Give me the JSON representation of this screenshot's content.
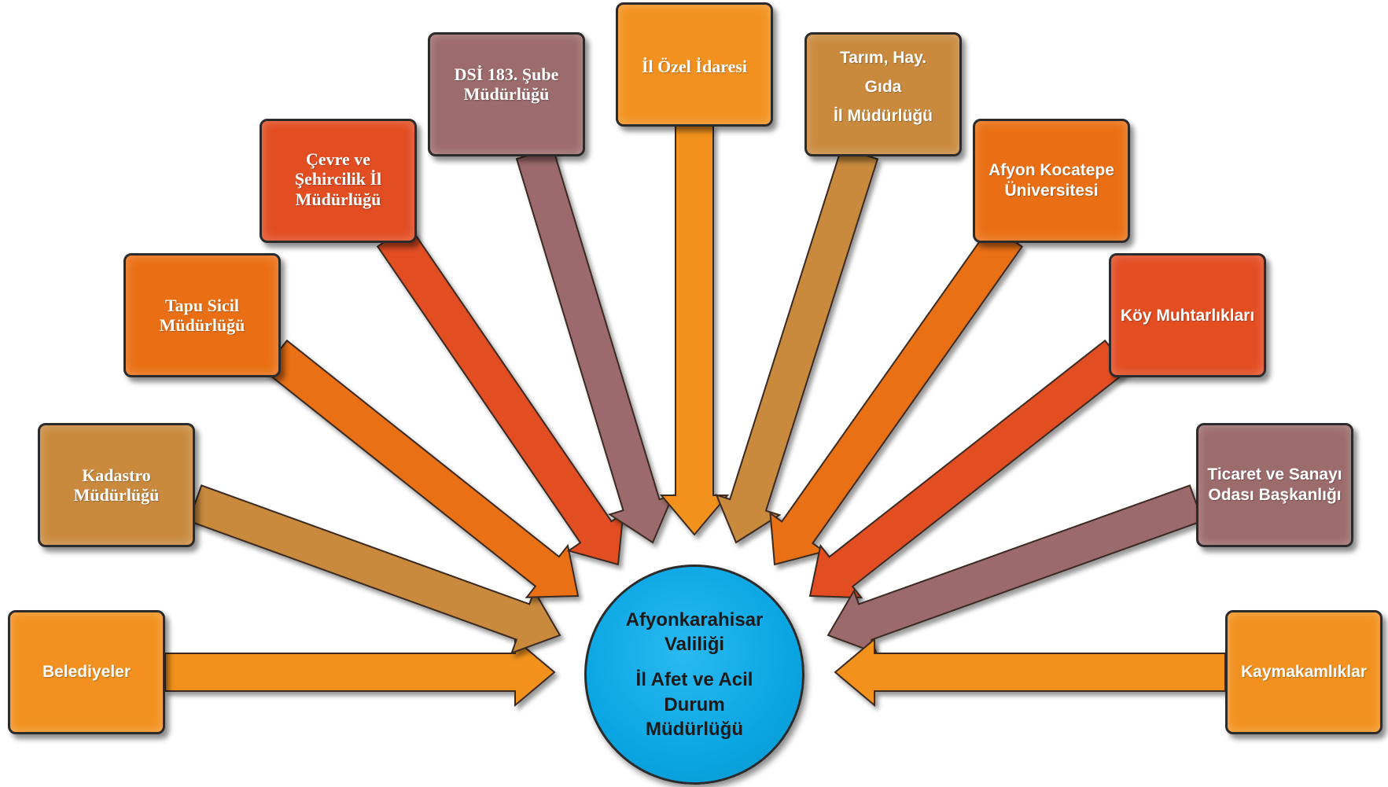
{
  "center": {
    "line1": "Afyonkarahisar",
    "line2": "Valiliği",
    "line3": "İl Afet ve Acil",
    "line4": "Durum",
    "line5": "Müdürlüğü"
  },
  "nodes": [
    {
      "id": "belediyeler",
      "lines": [
        "Belediyeler"
      ]
    },
    {
      "id": "kadastro",
      "lines": [
        "Kadastro",
        "Müdürlüğü"
      ]
    },
    {
      "id": "tapu-sicil",
      "lines": [
        "Tapu Sicil",
        "Müdürlüğü"
      ]
    },
    {
      "id": "cevre-sehircilik",
      "lines": [
        "Çevre ve",
        "Şehircilik İl",
        "Müdürlüğü"
      ]
    },
    {
      "id": "dsi",
      "lines": [
        "DSİ 183. Şube",
        "Müdürlüğü"
      ]
    },
    {
      "id": "il-ozel-idaresi",
      "lines": [
        "İl Özel İdaresi"
      ]
    },
    {
      "id": "tarim",
      "lines": [
        "Tarım, Hay.",
        "Gıda",
        "İl Müdürlüğü"
      ]
    },
    {
      "id": "afyon-kocatepe",
      "lines": [
        "Afyon Kocatepe",
        "Üniversitesi"
      ]
    },
    {
      "id": "koy-muhtarliklari",
      "lines": [
        "Köy Muhtarlıkları"
      ]
    },
    {
      "id": "ticaret-sanayi",
      "lines": [
        "Ticaret ve Sanayı",
        "Odası Başkanlığı"
      ]
    },
    {
      "id": "kaymakamliklar",
      "lines": [
        "Kaymakamlıklar"
      ]
    }
  ],
  "colors": {
    "orange": "#f2911f",
    "darkorange": "#ea6f14",
    "red": "#e24d22",
    "tan": "#c98a3e",
    "mauve": "#9c6b6c",
    "center": "#0aa6e3"
  }
}
